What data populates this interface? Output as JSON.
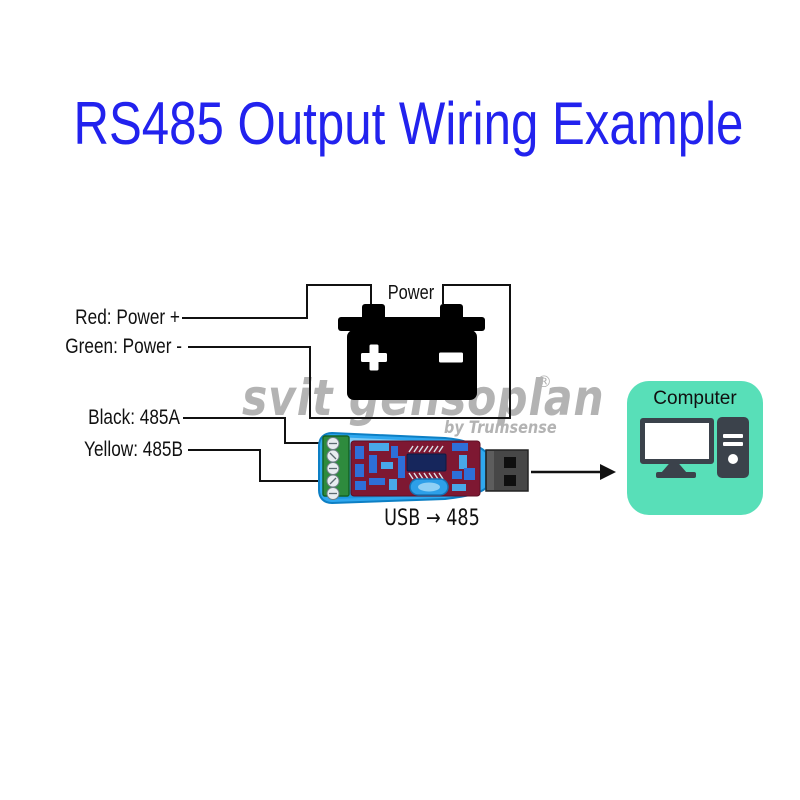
{
  "title": {
    "text": "RS485 Output Wiring Example"
  },
  "wire_labels": {
    "red": "Red: Power +",
    "green": "Green: Power -",
    "black": "Black: 485A",
    "yellow": "Yellow: 485B"
  },
  "battery": {
    "label": "Power",
    "plus_symbol": "+",
    "minus_symbol": "-"
  },
  "converter": {
    "caption": "USB → 485"
  },
  "computer": {
    "label": "Computer"
  },
  "watermark": {
    "brand": "svit gensoplan",
    "registered_mark": "®",
    "byline": "by Trumsense"
  },
  "colors": {
    "title_blue": "#2222ee",
    "wire_black": "#111111",
    "battery_black": "#000000",
    "watermark_gray": "#b3b3b3",
    "computer_bg_teal": "#58dfb8",
    "computer_dark": "#3b424b",
    "converter_case_blue": "#2fa8ef",
    "converter_pcb_red": "#7e1832",
    "terminal_block_green": "#2e8b3d",
    "usb_plug_gray": "#474747"
  }
}
